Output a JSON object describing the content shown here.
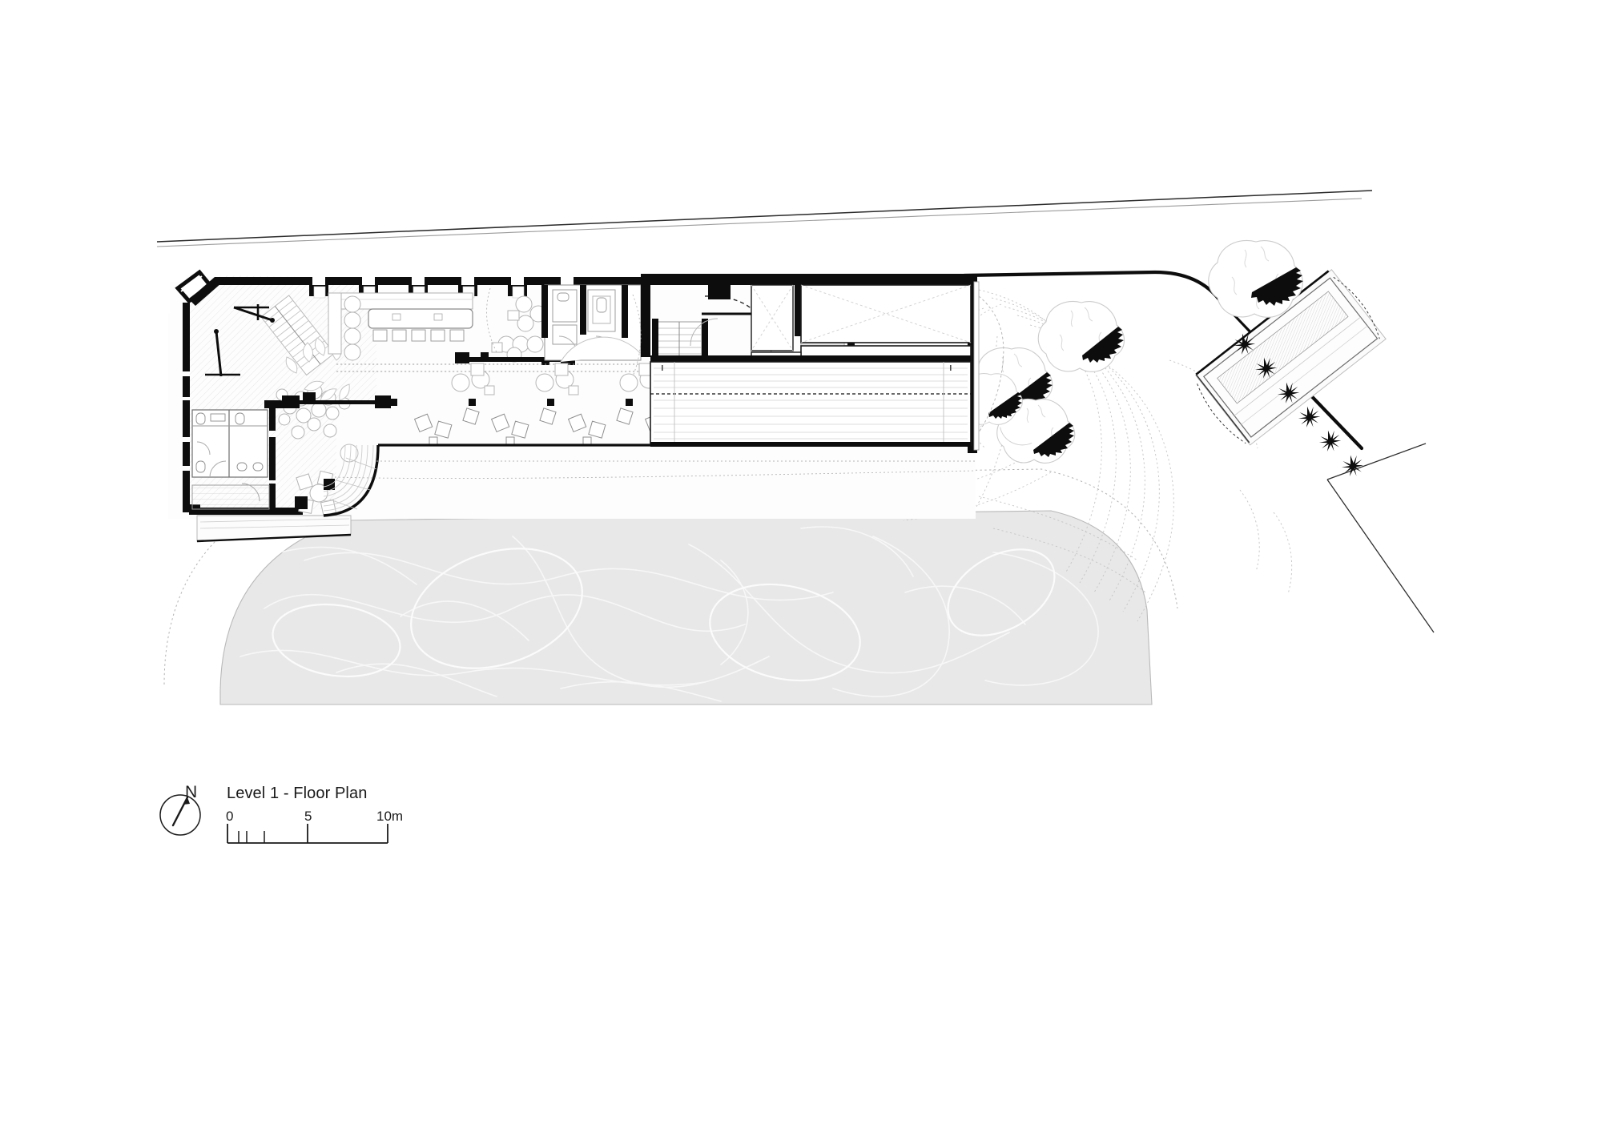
{
  "sheet": {
    "background_color": "#ffffff",
    "line_color": "#111111",
    "fill_grey": "#e8e8e8",
    "drawing_type": "architectural-floor-plan"
  },
  "legend": {
    "title": "Level 1 - Floor Plan",
    "north_label": "N",
    "scale": {
      "unit": "m",
      "ticks": [
        "0",
        "5",
        "10m"
      ],
      "minor_tick_positions_m": [
        1,
        1.5,
        2.5
      ],
      "total_length_m": 10
    }
  },
  "plan": {
    "site_features": [
      "road-edge-north",
      "site-boundary-east",
      "beach-sand-area",
      "contour-lines",
      "tree-canopies",
      "planted-path-edge"
    ],
    "building_zones": [
      {
        "name": "entry-lobby-west",
        "label": ""
      },
      {
        "name": "stair-core-west",
        "label": ""
      },
      {
        "name": "restrooms-west",
        "label": ""
      },
      {
        "name": "lounge-seating-west",
        "label": ""
      },
      {
        "name": "dining-hall-central",
        "label": ""
      },
      {
        "name": "communal-table-north",
        "label": ""
      },
      {
        "name": "bar-counter-north",
        "label": ""
      },
      {
        "name": "service-kitchen-central",
        "label": ""
      },
      {
        "name": "stair-core-east",
        "label": ""
      },
      {
        "name": "back-of-house-east",
        "label": ""
      },
      {
        "name": "terrace-deck-east",
        "label": ""
      },
      {
        "name": "curved-terrace-south",
        "label": ""
      }
    ],
    "landscape_elements": [
      {
        "name": "pool-pavilion",
        "label": ""
      },
      {
        "name": "tree-cluster-north",
        "label": ""
      },
      {
        "name": "tree-cluster-central",
        "label": ""
      },
      {
        "name": "tree-cluster-south",
        "label": ""
      }
    ],
    "furniture_counts": {
      "interior_table_groups": 5,
      "terrace_table_groups": 5,
      "communal_table_seats": 5
    }
  }
}
